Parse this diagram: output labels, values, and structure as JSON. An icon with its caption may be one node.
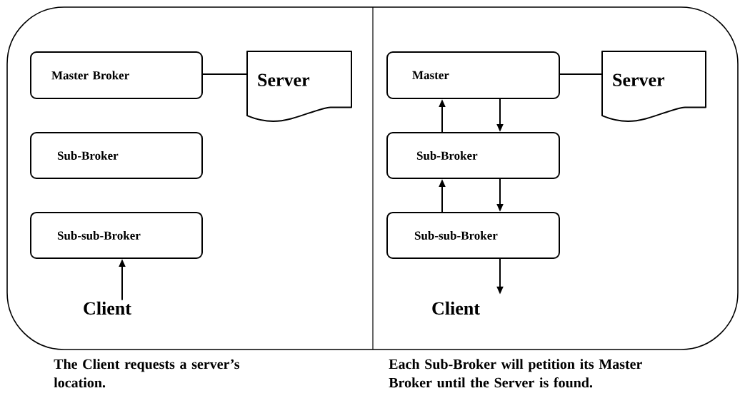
{
  "diagram": {
    "nodes": [
      {
        "text": [
          "Master Broker"
        ]
      },
      {
        "text": [
          "Server"
        ]
      },
      {
        "text": [
          "Sub-Broker"
        ]
      },
      {
        "text": [
          "Sub-sub-Broker"
        ]
      },
      {
        "text": [
          "Client"
        ]
      },
      {
        "text": [
          "Master"
        ]
      },
      {
        "text": [
          "Server"
        ]
      },
      {
        "text": [
          "Sub-Broker"
        ]
      },
      {
        "text": [
          "Sub-sub-Broker"
        ]
      },
      {
        "text": [
          "Client"
        ]
      }
    ],
    "edges": [
      {
        "from": 0,
        "to": 1,
        "arrow": "none"
      },
      {
        "from": 4,
        "to": 3,
        "arrow": "to"
      },
      {
        "from": 5,
        "to": 6,
        "arrow": "none"
      },
      {
        "from": 7,
        "to": 5,
        "arrow": "to"
      },
      {
        "from": 5,
        "to": 7,
        "arrow": "to"
      },
      {
        "from": 8,
        "to": 7,
        "arrow": "to"
      },
      {
        "from": 7,
        "to": 8,
        "arrow": "to"
      },
      {
        "from": 8,
        "to": 9,
        "arrow": "to"
      }
    ],
    "labels": [
      "The Client requests a server’s location.",
      "Each Sub-Broker will petition its Master Broker until the Server is found."
    ]
  }
}
